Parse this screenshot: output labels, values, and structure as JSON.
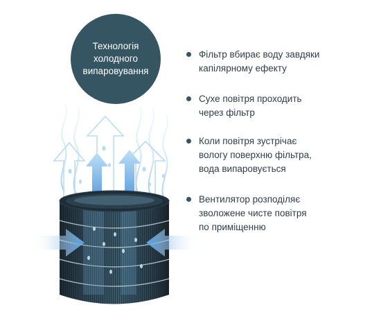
{
  "badge": {
    "lines": [
      "Технологія",
      "холодного",
      "випаровування"
    ]
  },
  "bullets": [
    {
      "lines": [
        "Фільтр вбирає воду завдяки",
        "капілярному ефекту"
      ]
    },
    {
      "lines": [
        "Сухе повітря проходить",
        "через фільтр"
      ]
    },
    {
      "lines": [
        "Коли повітря зустрічає",
        "вологу поверхню фільтра,",
        "вода випаровується"
      ]
    },
    {
      "lines": [
        "Вентилятор розподіляє",
        "зволожене чисте повітря",
        "по приміщенню"
      ]
    }
  ],
  "colors": {
    "badge": "#355563",
    "text": "#2f3d46",
    "filter": "#253641",
    "arrow": "#5fa3de",
    "steam": "#c9e3f6"
  },
  "icons": [
    "steam-wave-icon",
    "up-arrow-icon",
    "inflow-arrow-icon",
    "water-drop-icon"
  ]
}
